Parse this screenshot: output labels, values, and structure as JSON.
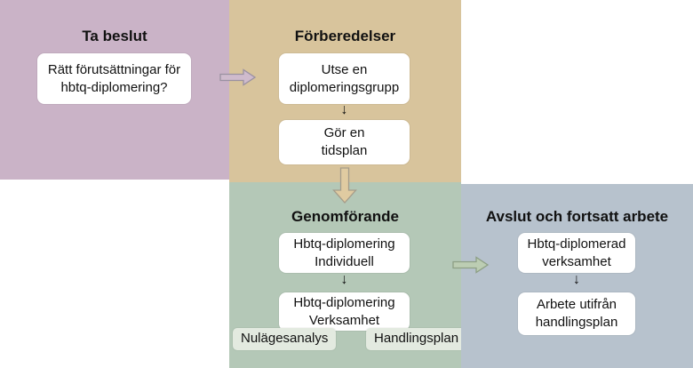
{
  "palette": {
    "quad_decide_bg": "#cab3c7",
    "quad_prepare_bg": "#d8c49c",
    "quad_implement_bg": "#b4c8b7",
    "quad_conclude_bg": "#b7c2cd",
    "step_box_bg": "#ffffff",
    "sub_label_bg": "#e3eae0",
    "text_color": "#111111",
    "arrow_decide_fill": "#cfbbcd",
    "arrow_decide_stroke": "#9a91a1",
    "arrow_prepare_fill": "#e0cba1",
    "arrow_prepare_stroke": "#a59c8a",
    "arrow_implement_fill": "#bccdb3",
    "arrow_implement_stroke": "#8d9f85"
  },
  "glyphs": {
    "step_arrow_down": "↓"
  },
  "sections": {
    "decide": {
      "title": "Ta beslut",
      "box1": "Rätt förutsättningar för\nhbtq-diplomering?"
    },
    "prepare": {
      "title": "Förberedelser",
      "box1": "Utse en\ndiplomeringsgrupp",
      "box2": "Gör en\ntidsplan"
    },
    "implement": {
      "title": "Genomförande",
      "box1": "Hbtq-diplomering\nIndividuell",
      "box2": "Hbtq-diplomering\nVerksamhet",
      "label_left": "Nulägesanalys",
      "label_right": "Handlingsplan"
    },
    "conclude": {
      "title": "Avslut och fortsatt arbete",
      "box1": "Hbtq-diplomerad\nverksamhet",
      "box2": "Arbete utifrån\nhandlingsplan"
    }
  }
}
